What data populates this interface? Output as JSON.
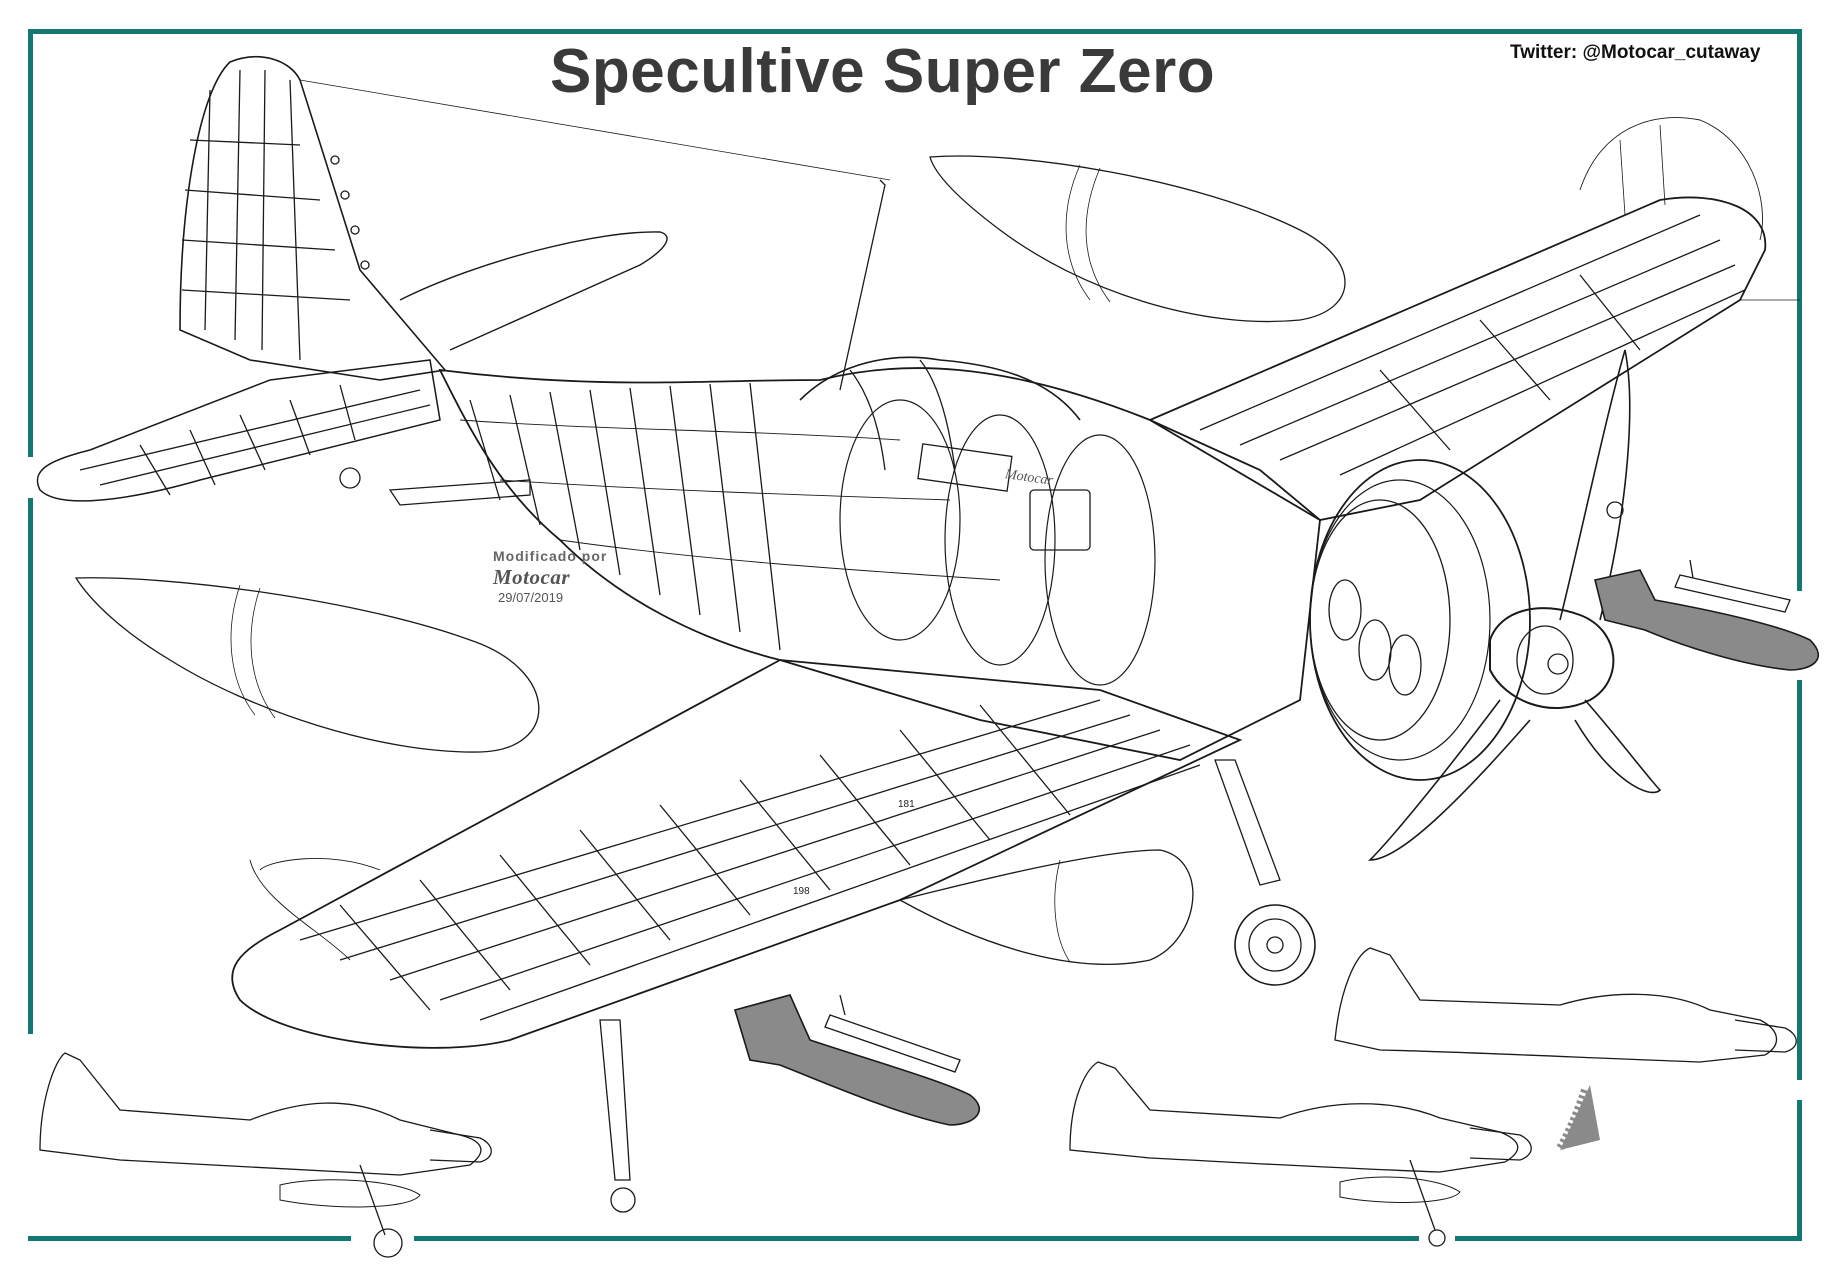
{
  "title": "Specultive Super Zero",
  "twitter_handle": "Twitter: @Motocar_cutaway",
  "credit": {
    "line1": "Modificado por",
    "line2": "Motocar",
    "date": "29/07/2019"
  },
  "fuselage_label": "Motocar",
  "part_numbers": [
    "181",
    "198"
  ],
  "colors": {
    "frame": "#137773",
    "title_text": "#3a3a3a",
    "bomb_fill": "#8a8a8a",
    "line_art": "#1a1a1a"
  },
  "illustration": {
    "main": "cutaway-fighter-aircraft",
    "accessories": [
      "drop-tank-upper",
      "drop-tank-left",
      "drop-tank-lower",
      "bomb-center",
      "bomb-right",
      "side-profile-left",
      "side-profile-center",
      "side-profile-right",
      "rotation-arrow"
    ]
  }
}
